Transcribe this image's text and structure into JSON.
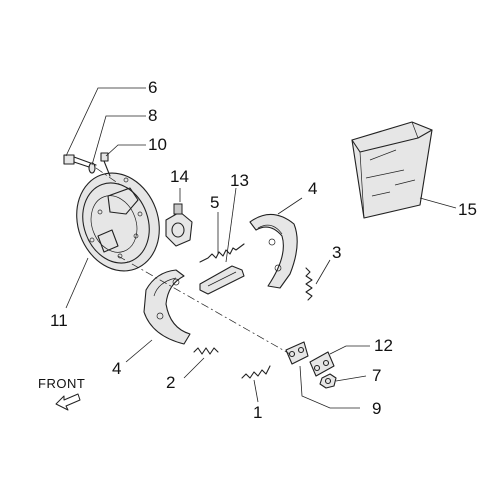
{
  "callouts": {
    "n1": "1",
    "n2": "2",
    "n3": "3",
    "n4a": "4",
    "n4b": "4",
    "n5": "5",
    "n6": "6",
    "n7": "7",
    "n8": "8",
    "n9": "9",
    "n10": "10",
    "n11": "11",
    "n12": "12",
    "n13": "13",
    "n14": "14",
    "n15": "15"
  },
  "direction": {
    "label": "FRONT",
    "icon": "arrow-front-icon"
  }
}
